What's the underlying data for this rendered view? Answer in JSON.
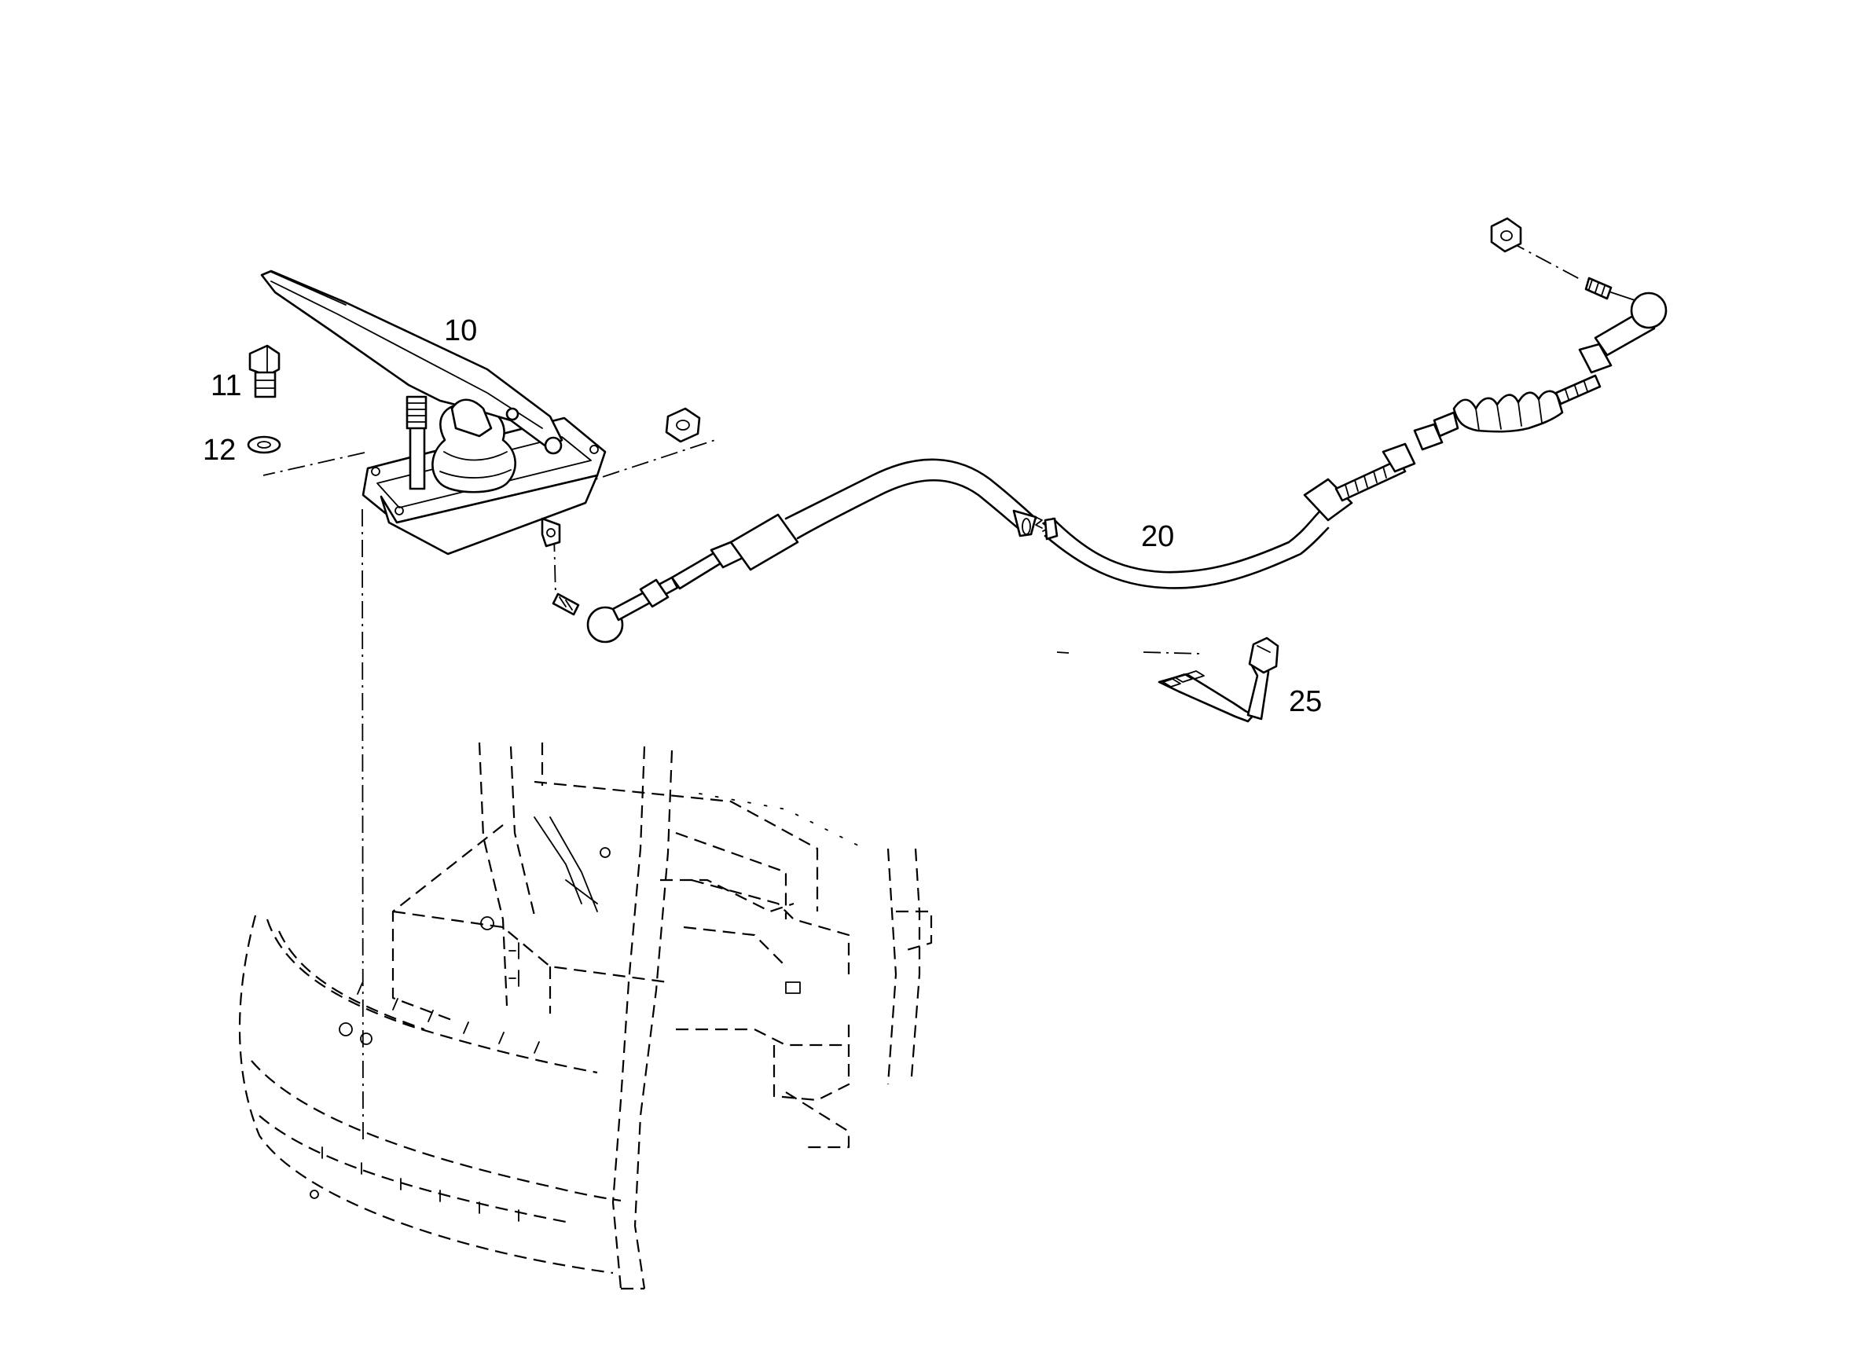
{
  "callouts": {
    "c10": "10",
    "c11": "11",
    "c12": "12",
    "c20": "20",
    "c25": "25"
  },
  "parts": {
    "pedal_assembly": "pedal-icon",
    "bolt": "bolt-icon",
    "washer": "washer-icon",
    "nut": "nut-icon",
    "cable": "cable-icon",
    "clip": "clip-icon",
    "truck_frame": "frame-outline-icon"
  },
  "colors": {
    "line": "#000000",
    "background": "#ffffff"
  }
}
